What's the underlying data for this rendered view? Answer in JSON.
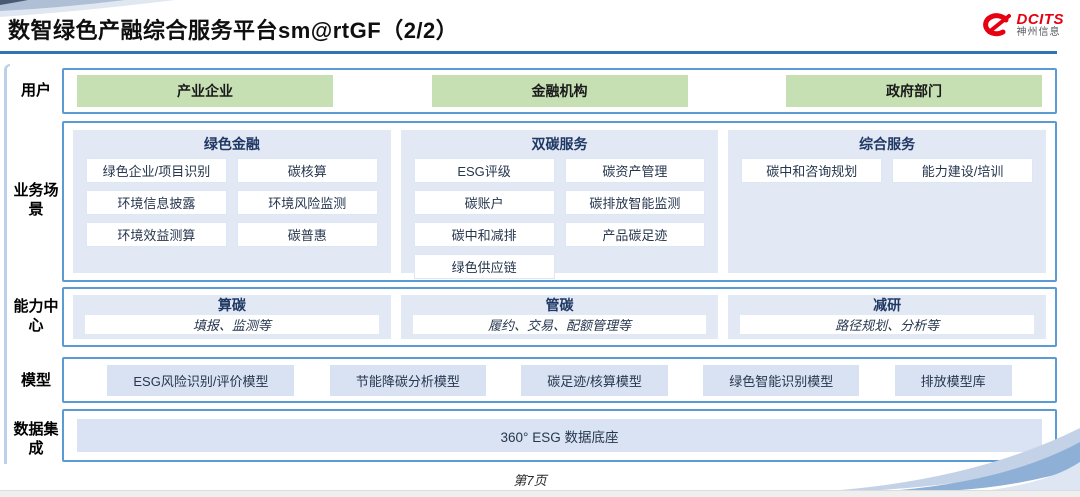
{
  "header": {
    "title": "数智绿色产融综合服务平台sm@rtGF（2/2）",
    "logo": {
      "brand": "DCITS",
      "company": "神州信息"
    }
  },
  "colors": {
    "accent_blue_border": "#5b9bd5",
    "title_rule_blue": "#2e75b6",
    "panel_light_blue": "#e2e9f5",
    "model_fill_blue": "#d9e2f3",
    "user_green": "#c6e0b4",
    "logo_red": "#e60012",
    "heading_navy": "#1f3864"
  },
  "rows": {
    "users": {
      "label": "用户",
      "items": [
        "产业企业",
        "金融机构",
        "政府部门"
      ]
    },
    "scenarios": {
      "label": "业务场景",
      "columns": [
        {
          "title": "绿色金融",
          "items": [
            "绿色企业/项目识别",
            "碳核算",
            "环境信息披露",
            "环境风险监测",
            "环境效益测算",
            "碳普惠"
          ]
        },
        {
          "title": "双碳服务",
          "items": [
            "ESG评级",
            "碳资产管理",
            "碳账户",
            "碳排放智能监测",
            "碳中和减排",
            "产品碳足迹",
            "绿色供应链"
          ]
        },
        {
          "title": "综合服务",
          "items": [
            "碳中和咨询规划",
            "能力建设/培训"
          ]
        }
      ]
    },
    "capabilities": {
      "label": "能力中心",
      "items": [
        {
          "title": "算碳",
          "desc": "填报、监测等"
        },
        {
          "title": "管碳",
          "desc": "履约、交易、配额管理等"
        },
        {
          "title": "减研",
          "desc": "路径规划、分析等"
        }
      ]
    },
    "models": {
      "label": "模型",
      "items": [
        "ESG风险识别/评价模型",
        "节能降碳分析模型",
        "碳足迹/核算模型",
        "绿色智能识别模型",
        "排放模型库"
      ]
    },
    "data_integration": {
      "label": "数据集成",
      "items": [
        "360° ESG 数据底座"
      ]
    }
  },
  "footer": {
    "page": "第7页"
  }
}
